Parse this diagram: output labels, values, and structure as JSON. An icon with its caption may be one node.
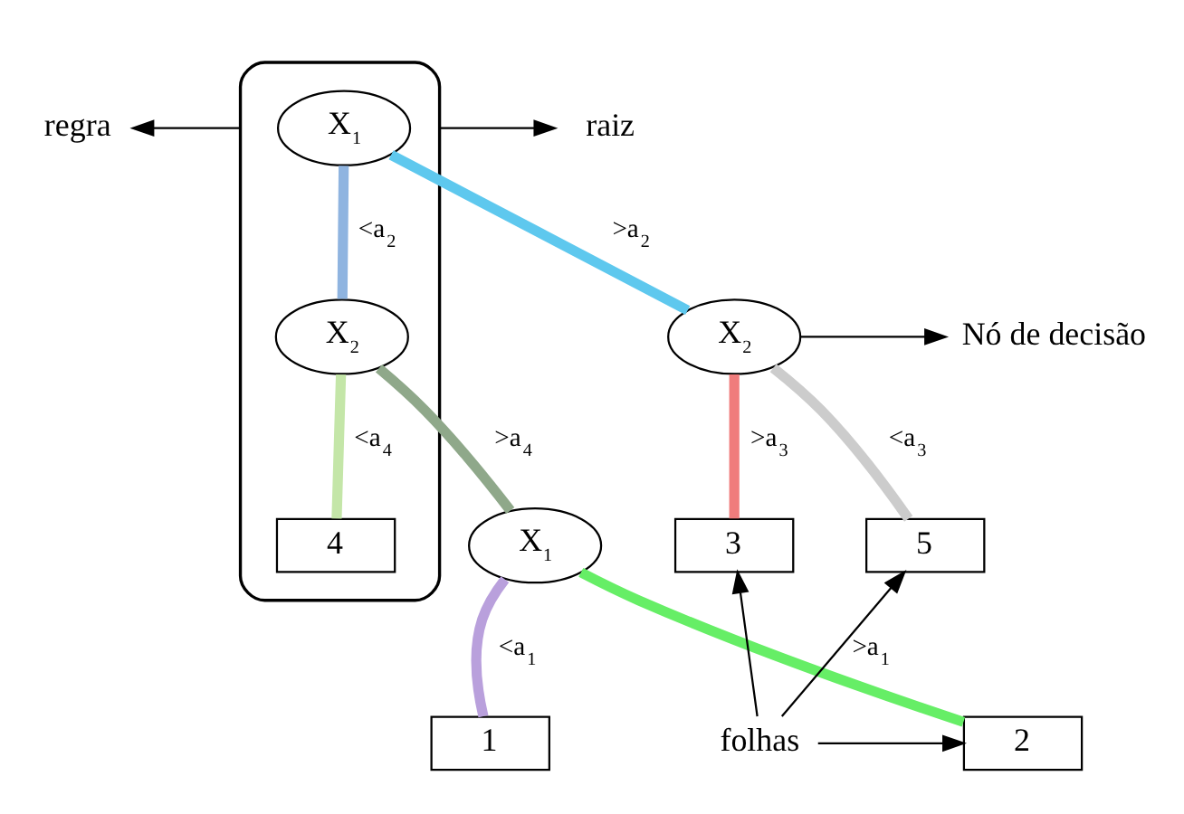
{
  "diagram": {
    "nodes": [
      {
        "text": [],
        "shape": "cloud"
      },
      {
        "text": [
          "X$_{1}$"
        ],
        "in": 0
      },
      {
        "text": [
          "X$_{2}$"
        ],
        "in": 0
      },
      {
        "text": [
          "4"
        ],
        "in": 0
      },
      {
        "text": [
          "X$_{2}$"
        ]
      },
      {
        "text": [
          "X$_{1}$"
        ]
      },
      {
        "text": [
          "5"
        ]
      },
      {
        "text": [
          "3"
        ]
      },
      {
        "text": [
          "1"
        ]
      },
      {
        "text": [
          "2"
        ]
      },
      {
        "text": [
          "raiz"
        ]
      },
      {
        "text": [
          "regra"
        ]
      },
      {
        "text": [
          "Nó de decisão"
        ]
      },
      {
        "text": [
          "folhas"
        ]
      }
    ],
    "edges": [
      {
        "from": 1,
        "to": 2,
        "arrow": "none",
        "label": "<a$_{2}$",
        "color": "#8fb4e0"
      },
      {
        "from": 1,
        "to": 4,
        "arrow": "none",
        "label": ">a$_{2}$",
        "color": "#5ec8ee"
      },
      {
        "from": 2,
        "to": 3,
        "arrow": "none",
        "label": "<a$_{4}$",
        "color": "#c4e6a8"
      },
      {
        "from": 2,
        "to": 5,
        "arrow": "none",
        "label": ">a$_{4}$",
        "color": "#8fa88a"
      },
      {
        "from": 4,
        "to": 6,
        "arrow": "none",
        "label": "<a$_{3}$",
        "color": "#cccccc"
      },
      {
        "from": 4,
        "to": 7,
        "arrow": "none",
        "label": ">a$_{3}$",
        "color": "#f07c7c"
      },
      {
        "from": 5,
        "to": 8,
        "arrow": "none",
        "label": "<a$_{1}$",
        "color": "#b9a0dc"
      },
      {
        "from": 5,
        "to": 9,
        "arrow": "none",
        "label": ">a$_{1}$",
        "color": "#66ee66"
      },
      {
        "from": 0,
        "to": 10,
        "arrow": "to"
      },
      {
        "from": 0,
        "to": 11,
        "arrow": "to"
      },
      {
        "from": 4,
        "to": 12,
        "arrow": "to"
      },
      {
        "from": 13,
        "to": 6,
        "arrow": "to"
      },
      {
        "from": 13,
        "to": 7,
        "arrow": "to"
      },
      {
        "from": 13,
        "to": 9,
        "arrow": "to"
      }
    ]
  }
}
